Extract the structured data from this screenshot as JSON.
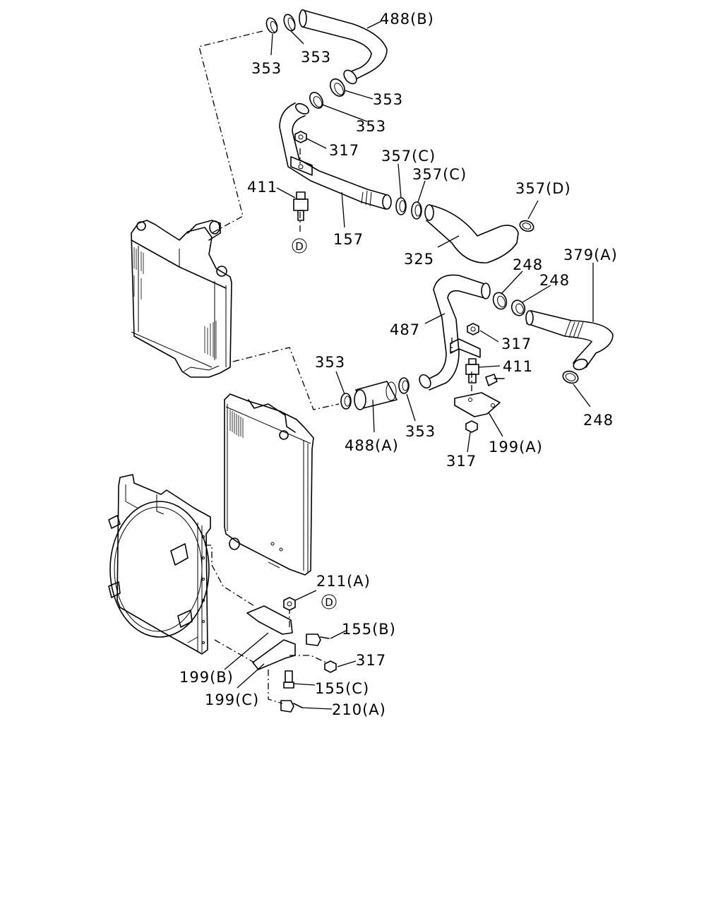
{
  "labels": {
    "l488b": "488(B)",
    "l353a": "353",
    "l353b": "353",
    "l353c": "353",
    "l353d": "353",
    "l317a": "317",
    "l357c1": "357(C)",
    "l357c2": "357(C)",
    "l357d": "357(D)",
    "l411a": "411",
    "l157": "157",
    "l325": "325",
    "l248a": "248",
    "l248b": "248",
    "l379a": "379(A)",
    "l487": "487",
    "l317b": "317",
    "l411b": "411",
    "l353e": "353",
    "l353f": "353",
    "l488a": "488(A)",
    "l199a": "199(A)",
    "l317c": "317",
    "l248c": "248",
    "l211a": "211(A)",
    "l155b": "155(B)",
    "l317d": "317",
    "l199b": "199(B)",
    "l155c": "155(C)",
    "l199c": "199(C)",
    "l210a": "210(A)"
  },
  "refs": {
    "d1": "D",
    "d2": "D"
  }
}
